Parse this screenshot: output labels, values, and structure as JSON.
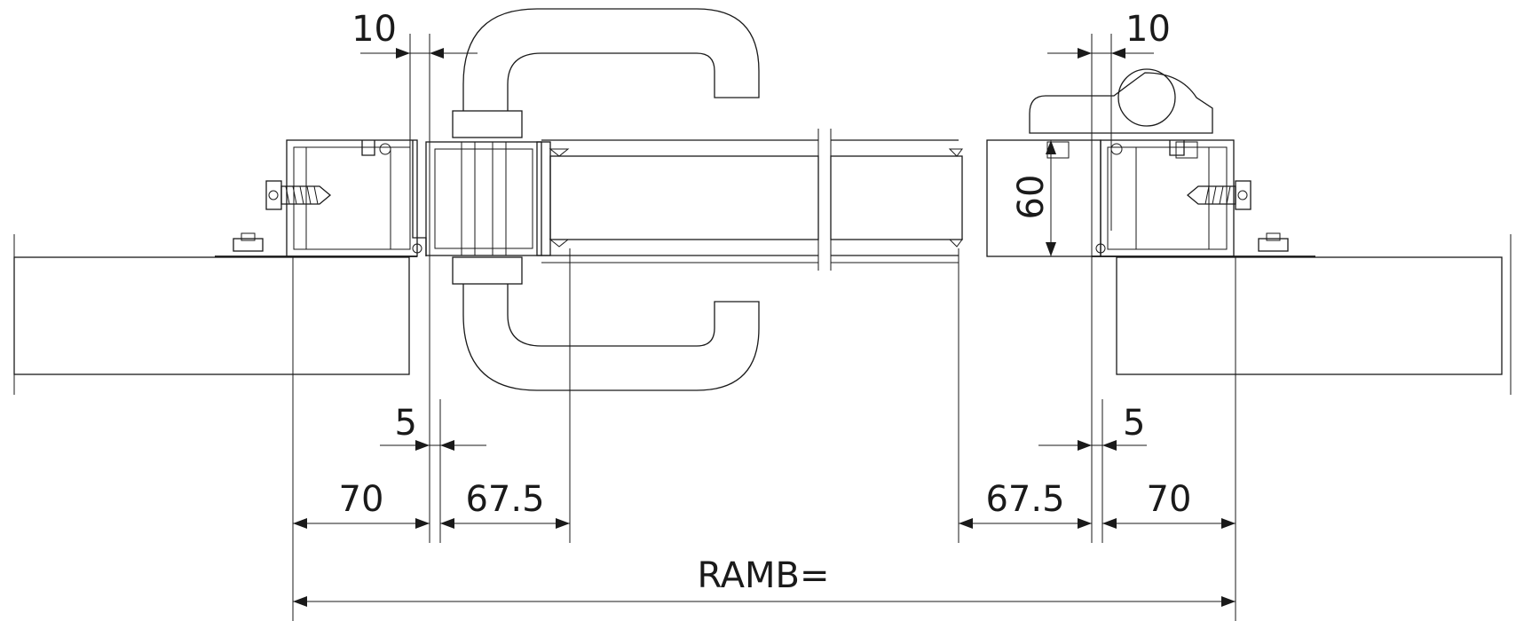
{
  "drawing": {
    "dimensions": {
      "top_left_offset": "10",
      "top_right_offset": "10",
      "left_gap": "5",
      "right_gap": "5",
      "left_frame_width": "70",
      "left_leaf_width": "67.5",
      "right_leaf_width": "67.5",
      "right_frame_width": "70",
      "profile_depth": "60",
      "overall": "RAMB="
    }
  }
}
